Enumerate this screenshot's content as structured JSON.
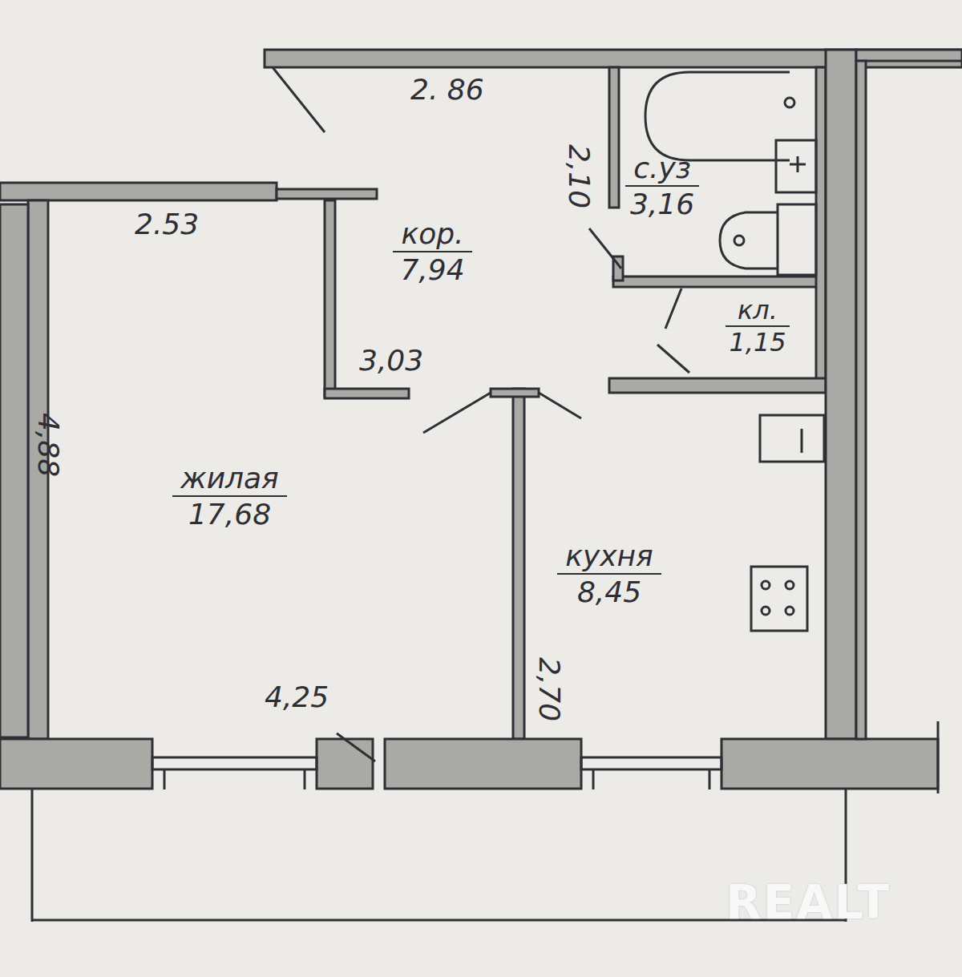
{
  "diagram": {
    "nodes": [
      {
        "text": [
          "кор.",
          "7,94"
        ]
      },
      {
        "text": [
          "с.уз",
          "3,16"
        ]
      },
      {
        "text": [
          "кл.",
          "1,15"
        ]
      },
      {
        "text": [
          "жилая",
          "17,68"
        ]
      },
      {
        "text": [
          "кухня",
          "8,45"
        ]
      }
    ],
    "labels": [
      "2. 86",
      "2,10",
      "2.53",
      "3,03",
      "4,88",
      "4,25",
      "2,70",
      "REALT"
    ]
  }
}
